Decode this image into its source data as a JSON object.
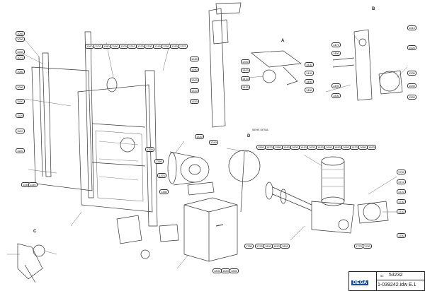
{
  "detail_labels": {
    "a": "A",
    "b": "B",
    "c": "C",
    "d": "D"
  },
  "note_text": "SIEHE DETAIL",
  "title_block": {
    "logo": "DEGA",
    "id_label": "ID:",
    "id_value": "53232",
    "doc_number": "1-039242.idw E.1"
  },
  "callouts": [
    "1040",
    "1050",
    "1060",
    "1070",
    "1080",
    "1090",
    "1100",
    "1110",
    "1120",
    "1130",
    "1140",
    "1150",
    "1160",
    "1170",
    "1180",
    "1190",
    "1200",
    "1210",
    "1220",
    "1230",
    "1240",
    "1250",
    "1260",
    "1270",
    "1280",
    "1290",
    "1300",
    "1310",
    "1320",
    "1330",
    "1340",
    "1350",
    "1360",
    "1370",
    "1380",
    "1390",
    "1400",
    "1410",
    "1420",
    "1430",
    "1440",
    "1450",
    "1460",
    "1470",
    "1480",
    "1490",
    "1500",
    "1510",
    "1520",
    "1530",
    "1540",
    "1550",
    "1560",
    "1570",
    "1580",
    "1590",
    "1600",
    "1610",
    "1620",
    "1630",
    "1640",
    "1650",
    "1660",
    "1670",
    "1680",
    "1690",
    "1700",
    "1710",
    "1720",
    "1730",
    "1740",
    "1750",
    "1760",
    "1770",
    "1780",
    "1790",
    "1800",
    "1810",
    "1820",
    "1830",
    "1840",
    "1850"
  ]
}
